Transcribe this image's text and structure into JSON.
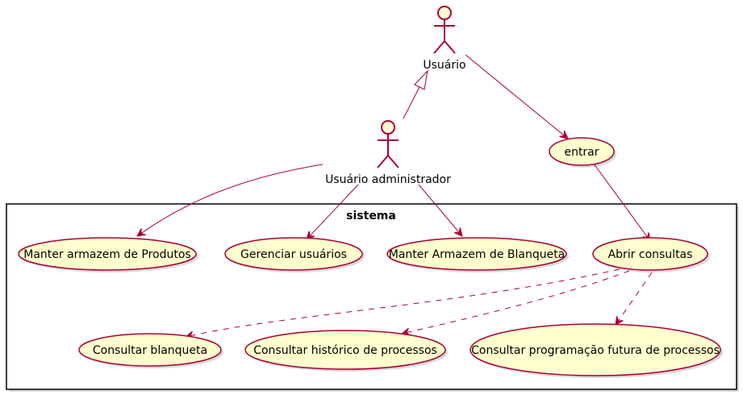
{
  "diagram": {
    "package_title": "sistema",
    "actors": {
      "usuario": "Usuário",
      "admin": "Usuário administrador"
    },
    "use_cases": {
      "entrar": "entrar",
      "armazem_produtos": "Manter armazem de Produtos",
      "gerenciar_usuarios": "Gerenciar usuários",
      "armazem_blanqueta": "Manter Armazem de Blanqueta",
      "abrir_consultas": "Abrir consultas",
      "consultar_blanqueta": "Consultar blanqueta",
      "consultar_historico": "Consultar histórico de processos",
      "consultar_programacao": "Consultar programação futura de processos"
    },
    "colors": {
      "use_case_fill": "#FEFECE",
      "stroke": "#A80036"
    }
  }
}
